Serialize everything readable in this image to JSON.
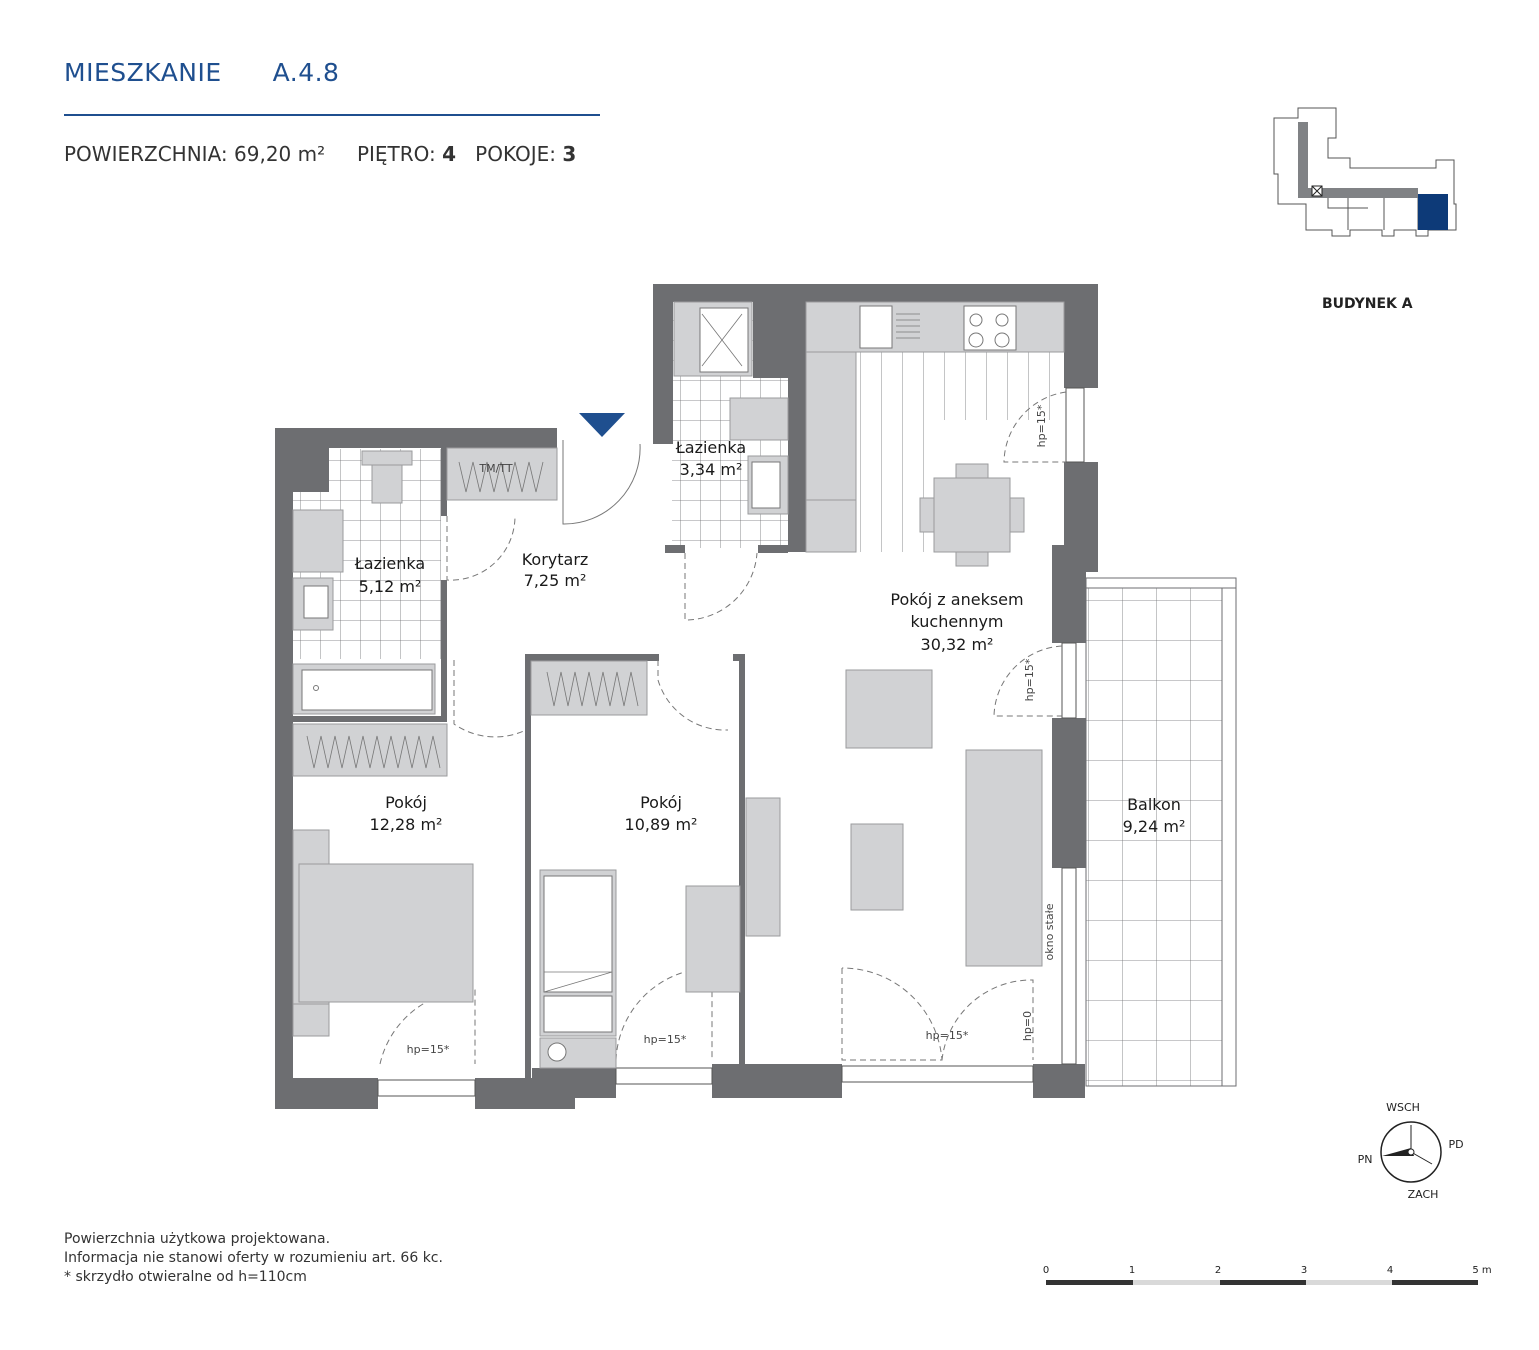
{
  "header": {
    "title_label": "MIESZKANIE",
    "apartment_code": "A.4.8",
    "area_label": "POWIERZCHNIA:",
    "area_value": "69,20 m²",
    "floor_label": "PIĘTRO:",
    "floor_value": "4",
    "rooms_label": "POKOJE:",
    "rooms_value": "3"
  },
  "building": {
    "label": "BUDYNEK A",
    "highlight_color": "#0d3a78"
  },
  "rooms": [
    {
      "name": "Łazienka",
      "area": "5,12 m²"
    },
    {
      "name": "Korytarz",
      "area": "7,25 m²"
    },
    {
      "name": "Łazienka",
      "area": "3,34 m²"
    },
    {
      "name_line1": "Pokój z aneksem",
      "name_line2": "kuchennym",
      "area": "30,32 m²"
    },
    {
      "name": "Pokój",
      "area": "12,28 m²"
    },
    {
      "name": "Pokój",
      "area": "10,89 m²"
    },
    {
      "name": "Balkon",
      "area": "9,24 m²"
    }
  ],
  "annotations": {
    "tm_tt": "TM/TT",
    "hp15": "hp=15*",
    "hp0": "hp=0",
    "fixed_window": "okno stałe"
  },
  "compass": {
    "n": "WSCH",
    "e": "PD",
    "s": "ZACH",
    "w": "PN"
  },
  "scale": {
    "ticks": [
      "0",
      "1",
      "2",
      "3",
      "4",
      "5 m"
    ]
  },
  "notes": [
    "Powierzchnia użytkowa projektowana.",
    "Informacja nie stanowi oferty w rozumieniu art. 66 kc.",
    "* skrzydło otwieralne od h=110cm"
  ],
  "colors": {
    "accent": "#1f4f8f",
    "wall": "#6d6e71",
    "furniture": "#d1d2d4",
    "marker": "#1f4f8f"
  }
}
